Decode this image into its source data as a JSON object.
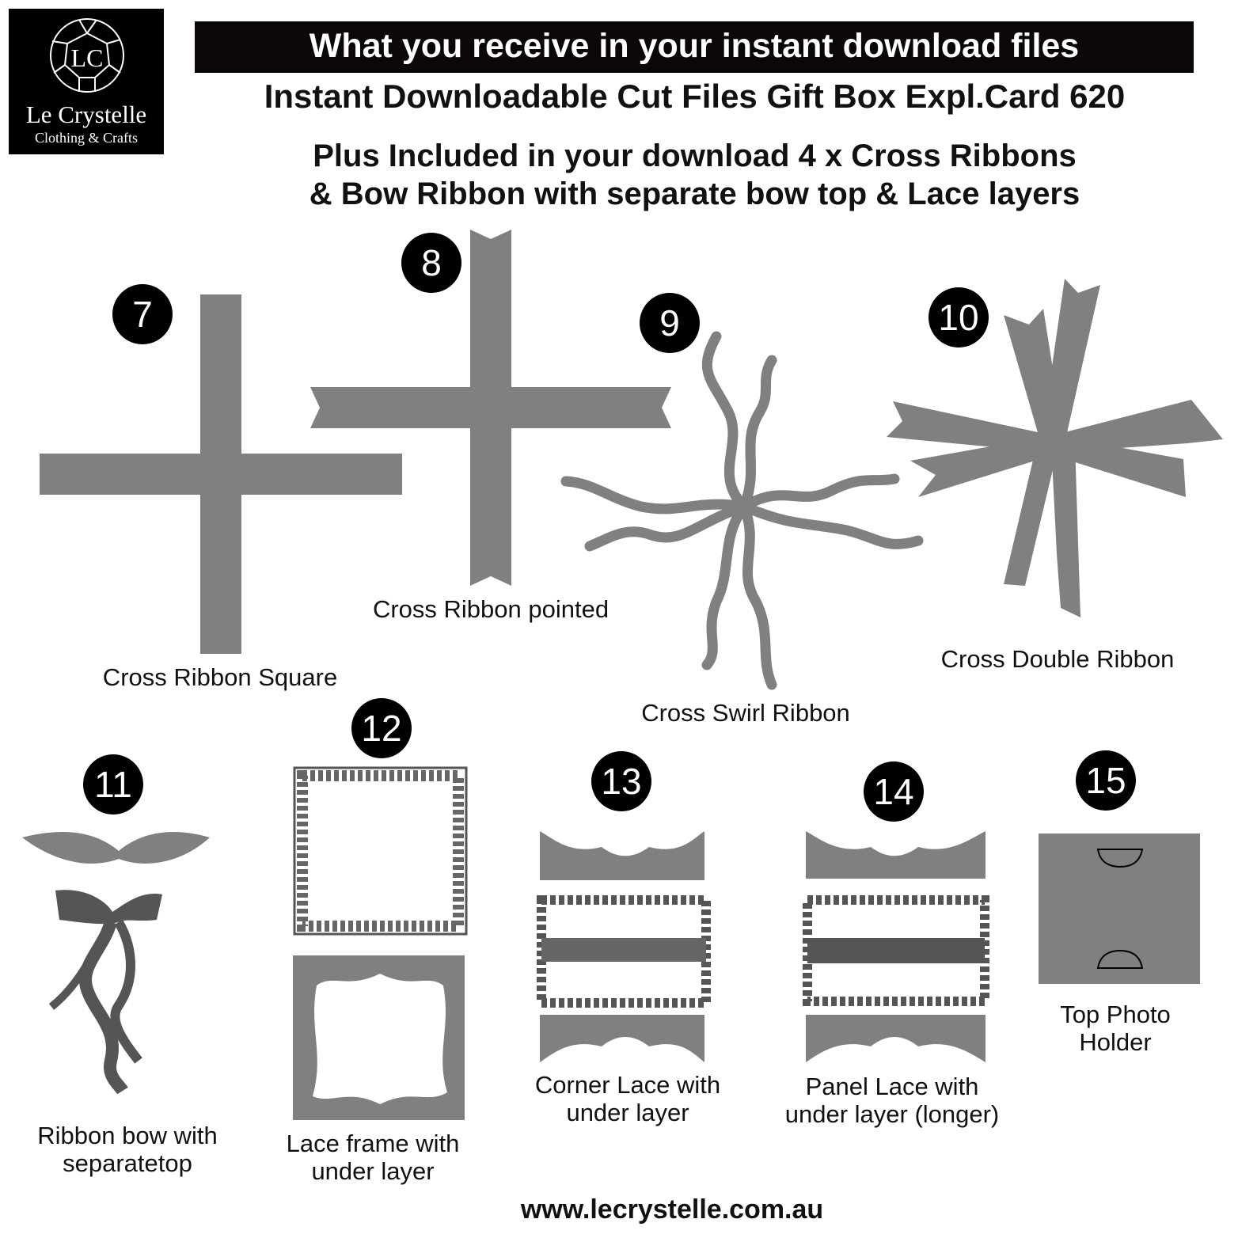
{
  "logo": {
    "monogram": "LC",
    "name": "Le Crystelle",
    "tagline": "Clothing & Crafts"
  },
  "header": {
    "banner": "What you receive in your instant download files",
    "subtitle": "Instant Downloadable Cut Files Gift Box Expl.Card 620",
    "plus_line1": "Plus Included in your download 4 x Cross Ribbons",
    "plus_line2": "& Bow Ribbon with separate bow top & Lace layers"
  },
  "items": [
    {
      "number": "7",
      "label": "Cross Ribbon Square"
    },
    {
      "number": "8",
      "label": "Cross Ribbon pointed"
    },
    {
      "number": "9",
      "label": "Cross Swirl Ribbon"
    },
    {
      "number": "10",
      "label": "Cross Double Ribbon"
    },
    {
      "number": "11",
      "label1": "Ribbon bow with",
      "label2": "separatetop"
    },
    {
      "number": "12",
      "label1": "Lace frame with",
      "label2": "under layer"
    },
    {
      "number": "13",
      "label1": "Corner Lace with",
      "label2": "under layer"
    },
    {
      "number": "14",
      "label1": "Panel Lace with",
      "label2": "under layer (longer)"
    },
    {
      "number": "15",
      "label1": "Top Photo",
      "label2": "Holder"
    }
  ],
  "footer": {
    "url": "www.lecrystelle.com.au"
  },
  "colors": {
    "shape": "#808080",
    "dark_shape": "#555555",
    "badge": "#000000"
  }
}
